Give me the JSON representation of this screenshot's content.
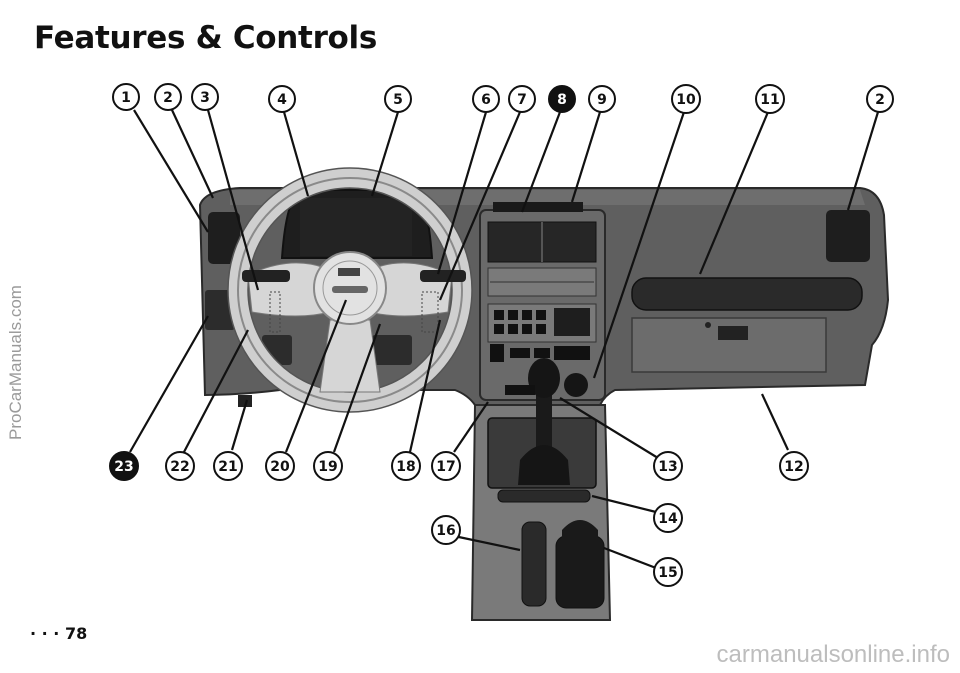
{
  "page": {
    "title": "Features & Controls",
    "page_number": "· · · 78",
    "watermark_side": "ProCarManuals.com",
    "watermark_bottom": "carmanualsonline.info"
  },
  "callouts": [
    "1",
    "2",
    "3",
    "4",
    "5",
    "6",
    "7",
    "8",
    "9",
    "10",
    "11",
    "2",
    "23",
    "22",
    "21",
    "20",
    "19",
    "18",
    "17",
    "13",
    "12",
    "14",
    "16",
    "15"
  ],
  "colors": {
    "dash": "#5f5f5f",
    "dash_dark": "#3a3a3a",
    "dash_light": "#8a8a8a",
    "black": "#111111"
  }
}
